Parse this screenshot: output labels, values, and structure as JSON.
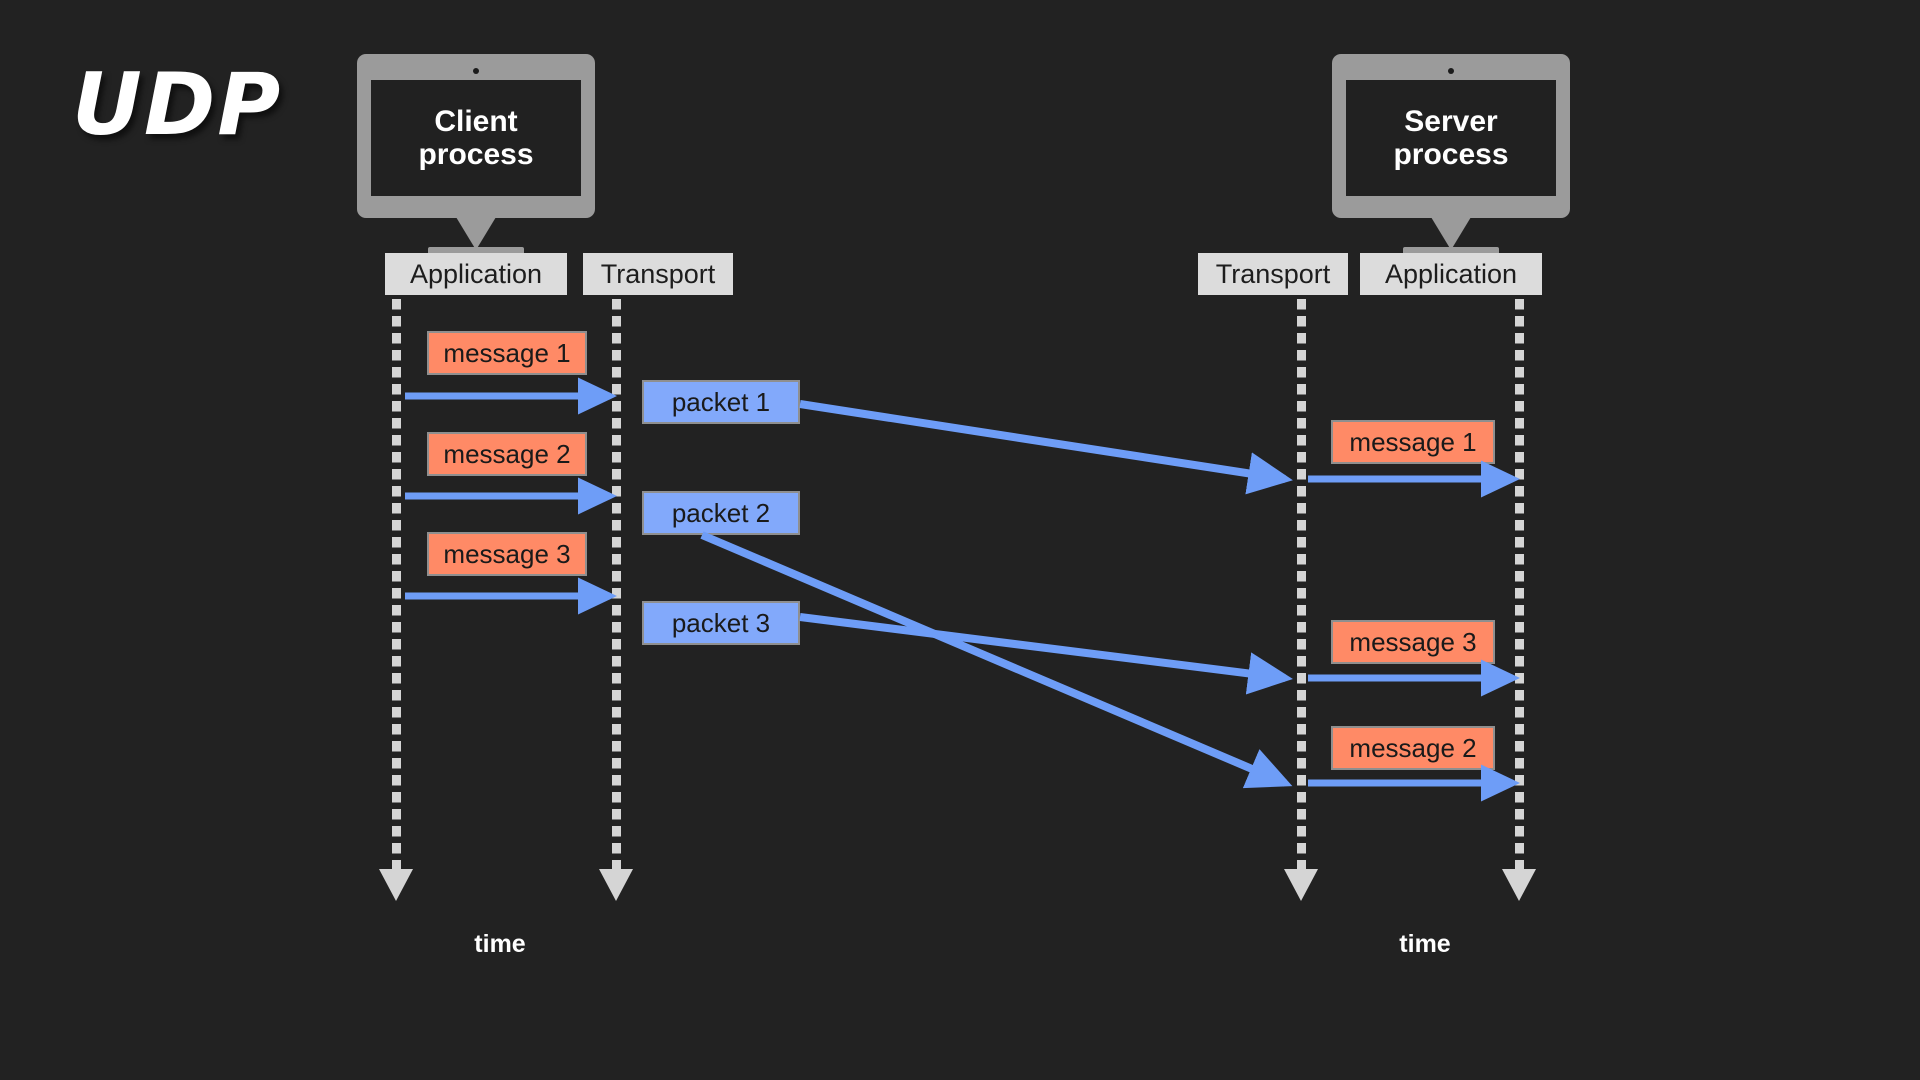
{
  "title": "UDP",
  "background_color": "#222222",
  "palette": {
    "message_fill": "#ff8a66",
    "packet_fill": "#82a9fb",
    "arrow_blue": "#6e9df7",
    "label_box": "#dcdcdc",
    "monitor_gray": "#9b9b9b",
    "timeline_gray": "#d5d5d5",
    "text_light": "#ffffff",
    "text_dark": "#1a1a1a"
  },
  "client": {
    "monitor_label": "Client\nprocess",
    "layers": [
      {
        "name": "application",
        "label": "Application"
      },
      {
        "name": "transport",
        "label": "Transport"
      }
    ],
    "time_label": "time",
    "messages": [
      {
        "label": "message 1"
      },
      {
        "label": "message 2"
      },
      {
        "label": "message 3"
      }
    ],
    "packets": [
      {
        "label": "packet 1"
      },
      {
        "label": "packet 2"
      },
      {
        "label": "packet 3"
      }
    ]
  },
  "server": {
    "monitor_label": "Server\nprocess",
    "layers": [
      {
        "name": "transport",
        "label": "Transport"
      },
      {
        "name": "application",
        "label": "Application"
      }
    ],
    "time_label": "time",
    "messages": [
      {
        "label": "message 1"
      },
      {
        "label": "message 3"
      },
      {
        "label": "message 2"
      }
    ]
  }
}
